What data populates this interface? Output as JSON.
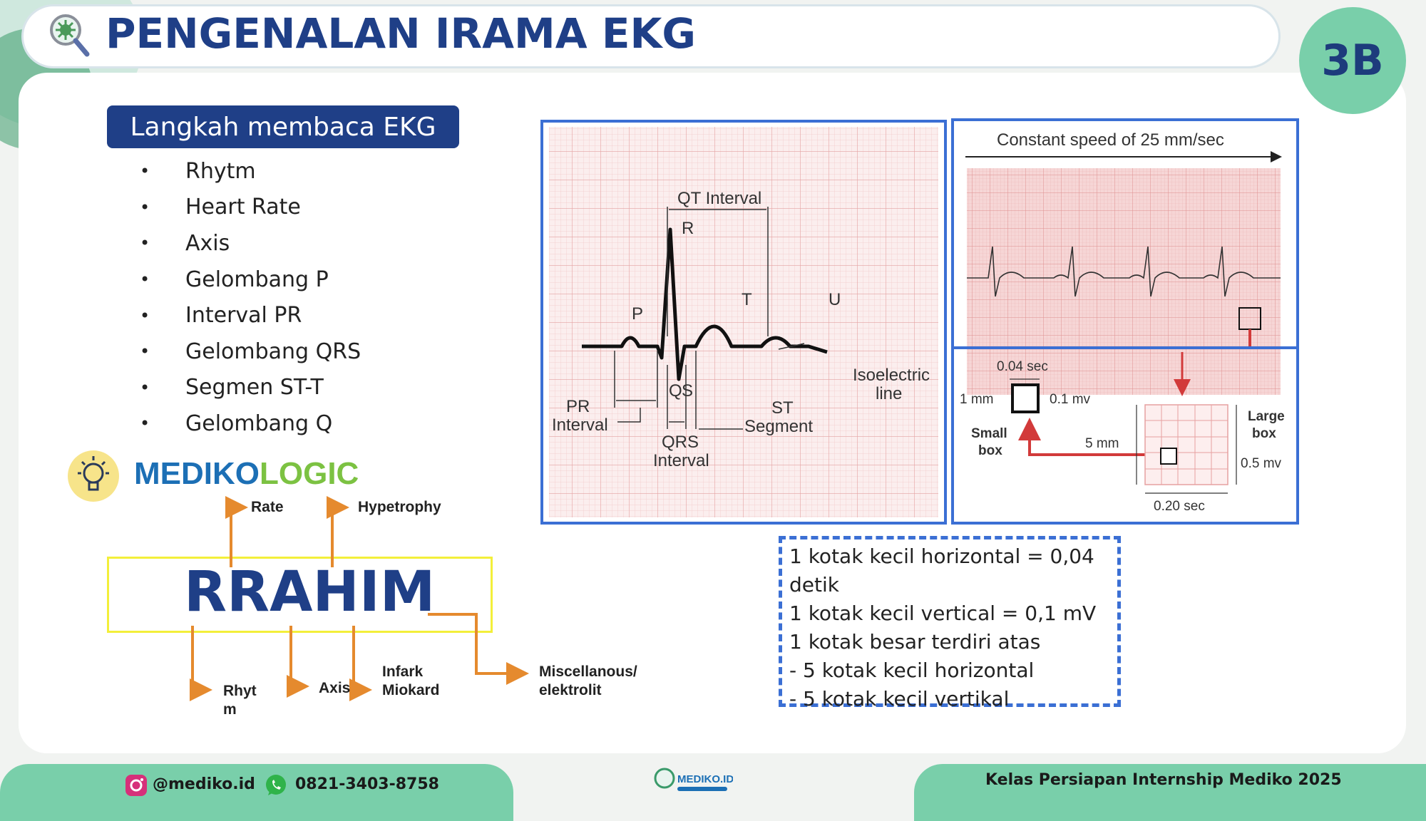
{
  "header": {
    "title": "PENGENALAN IRAMA EKG",
    "badge": "3B"
  },
  "steps": {
    "heading": "Langkah membaca EKG",
    "items": [
      "Rhytm",
      "Heart Rate",
      "Axis",
      "Gelombang P",
      "Interval PR",
      "Gelombang QRS",
      "Segmen ST-T",
      "Gelombang Q"
    ]
  },
  "mnemonic": {
    "brand_part1": "MEDIKO",
    "brand_part2": "LOGIC",
    "word": "RRAHIM",
    "labels": {
      "rate": "Rate",
      "hypertrophy": "Hypetrophy",
      "rhythm_line1": "Rhyt",
      "rhythm_line2": "m",
      "axis": "Axis",
      "infark_line1": "Infark",
      "infark_line2": "Miokard",
      "misc_line1": "Miscellanous/",
      "misc_line2": "elektrolit"
    }
  },
  "ekg_diagram": {
    "qt_interval": "QT Interval",
    "r": "R",
    "p": "P",
    "t": "T",
    "u": "U",
    "q": "Q",
    "s": "S",
    "pr_line1": "PR",
    "pr_line2": "Interval",
    "qrs_line1": "QRS",
    "qrs_line2": "Interval",
    "st_line1": "ST",
    "st_line2": "Segment",
    "iso_line1": "Isoelectric",
    "iso_line2": "line"
  },
  "ekg_paper": {
    "speed": "Constant speed of 25 mm/sec",
    "small_sec": "0.04 sec",
    "one_mm": "1 mm",
    "small_mv": "0.1 mv",
    "small_box_line1": "Small",
    "small_box_line2": "box",
    "five_mm": "5 mm",
    "large_box_line1": "Large",
    "large_box_line2": "box",
    "large_mv": "0.5 mv",
    "large_sec": "0.20 sec"
  },
  "info": {
    "lines": [
      "1 kotak kecil horizontal = 0,04",
      "detik",
      "1 kotak kecil vertical = 0,1 mV",
      "1 kotak besar terdiri atas",
      "-   5 kotak kecil horizontal",
      "-   5 kotak kecil vertikal"
    ]
  },
  "footer": {
    "instagram": "@mediko.id",
    "phone": "0821-3403-8758",
    "logo_text": "MEDIKO.ID",
    "course": "Kelas Persiapan Internship Mediko 2025"
  },
  "colors": {
    "navy": "#1f3f87",
    "mint": "#79cfaa",
    "blue_border": "#3b6fd4",
    "orange": "#e58a2e",
    "yellow_box": "#f3ef3a",
    "red": "#d23a3a"
  },
  "icons": [
    "magnifier-virus-icon",
    "lightbulb-icon",
    "instagram-icon",
    "whatsapp-icon"
  ]
}
